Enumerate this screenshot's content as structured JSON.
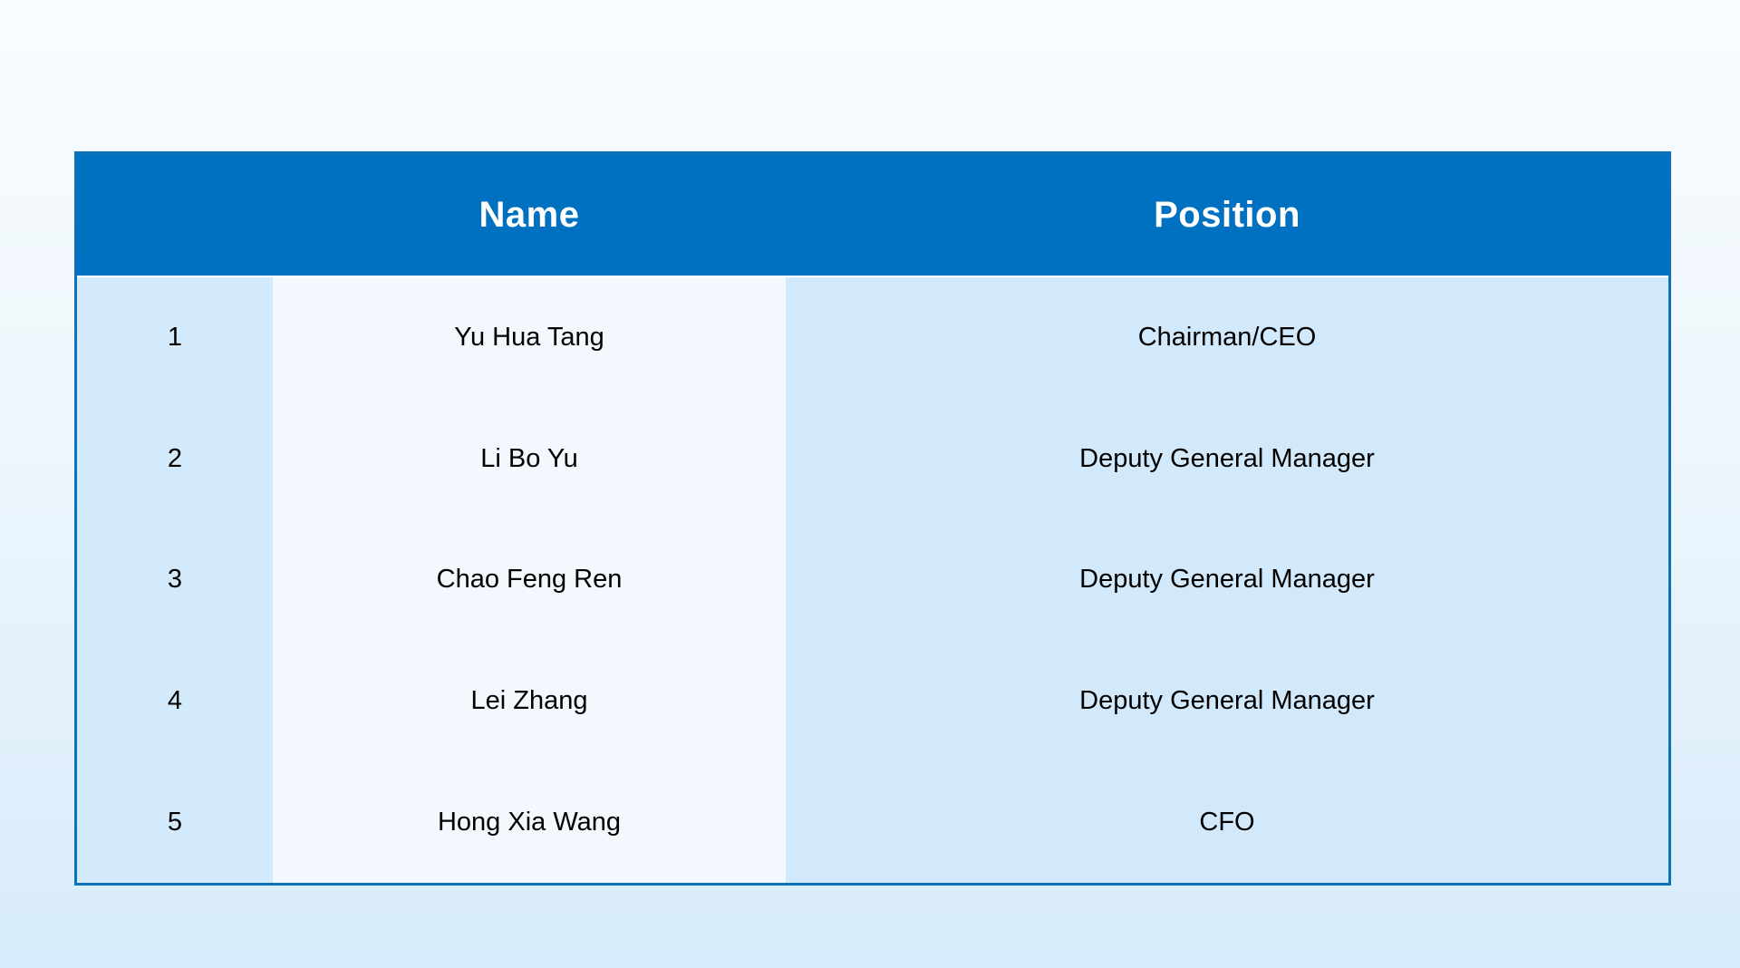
{
  "table": {
    "header": {
      "index_label": "",
      "name_label": "Name",
      "position_label": "Position"
    },
    "rows": [
      {
        "no": "1",
        "name": "Yu Hua Tang",
        "position": "Chairman/CEO"
      },
      {
        "no": "2",
        "name": "Li Bo Yu",
        "position": "Deputy General Manager"
      },
      {
        "no": "3",
        "name": "Chao Feng Ren",
        "position": "Deputy General Manager"
      },
      {
        "no": "4",
        "name": "Lei Zhang",
        "position": "Deputy General Manager"
      },
      {
        "no": "5",
        "name": "Hong Xia Wang",
        "position": "CFO"
      }
    ],
    "colors": {
      "header_bg": "#0070c0",
      "header_text": "#ffffff",
      "border": "#0b72b9",
      "no_col_bg": "#d3eafc",
      "name_col_bg": "#f2f8fe",
      "position_col_bg": "#d2e9fb",
      "cell_text": "#000000",
      "page_bg_top": "#f8fcfe",
      "page_bg_bottom": "#d7ebfa"
    }
  },
  "chart_data": {
    "type": "table",
    "columns": [
      "",
      "Name",
      "Position"
    ],
    "rows": [
      [
        "1",
        "Yu Hua Tang",
        "Chairman/CEO"
      ],
      [
        "2",
        "Li Bo Yu",
        "Deputy General Manager"
      ],
      [
        "3",
        "Chao Feng Ren",
        "Deputy General Manager"
      ],
      [
        "4",
        "Lei Zhang",
        "Deputy General Manager"
      ],
      [
        "5",
        "Hong Xia Wang",
        "CFO"
      ]
    ]
  }
}
